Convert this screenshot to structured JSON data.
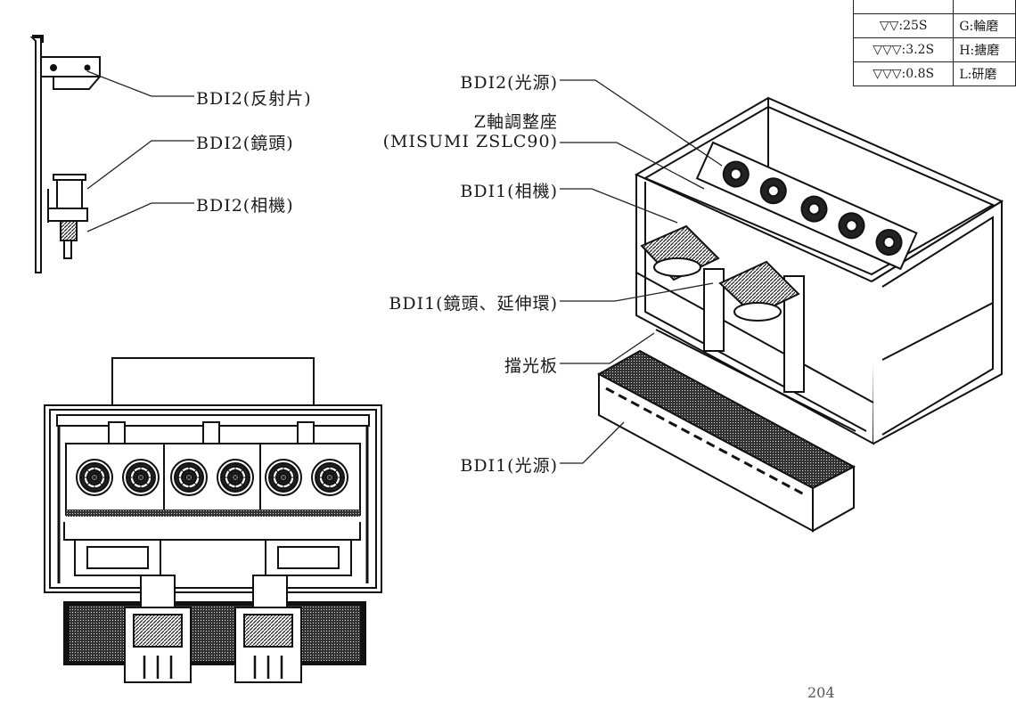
{
  "labels": {
    "bdi2_reflector": "BDI2(反射片)",
    "bdi2_lens": "BDI2(鏡頭)",
    "bdi2_camera": "BDI2(相機)",
    "bdi2_light": "BDI2(光源)",
    "z_axis_line1": "Z軸調整座",
    "z_axis_line2": "(MISUMI ZSLC90)",
    "bdi1_camera": "BDI1(相機)",
    "bdi1_lens": "BDI1(鏡頭、延伸環)",
    "light_shield": "擋光板",
    "bdi1_light": "BDI1(光源)"
  },
  "surface_table": {
    "rows": [
      {
        "symbol": "",
        "meaning": ""
      },
      {
        "symbol": "▽▽:25S",
        "meaning": "G:輪磨"
      },
      {
        "symbol": "▽▽▽:3.2S",
        "meaning": "H:搪磨"
      },
      {
        "symbol": "▽▽▽:0.8S",
        "meaning": "L:研磨"
      }
    ]
  },
  "page_number": "204"
}
